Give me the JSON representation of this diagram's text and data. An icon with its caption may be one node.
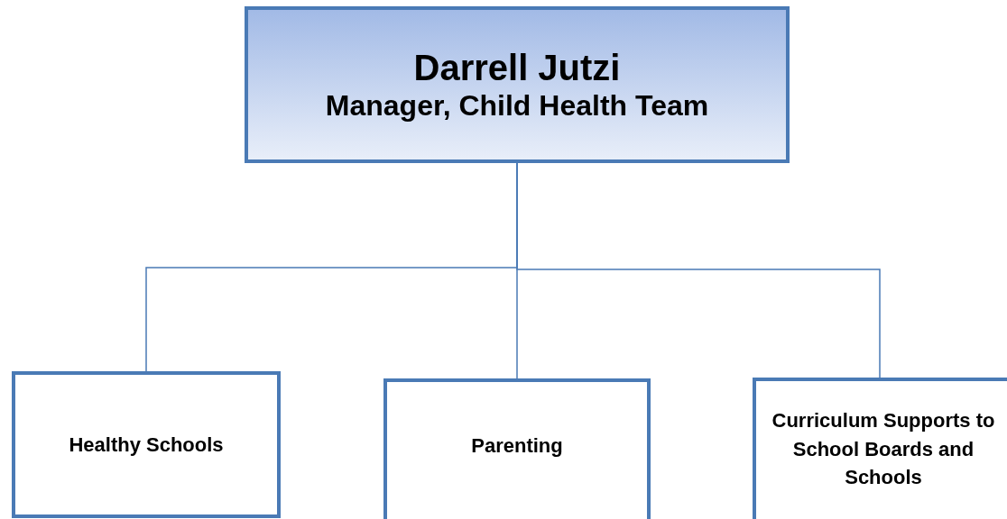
{
  "diagram": {
    "nodes": [
      {
        "text": [
          "Darrell Jutzi",
          "Manager, Child Health Team"
        ]
      },
      {
        "text": [
          "Healthy Schools"
        ]
      },
      {
        "text": [
          "Parenting"
        ]
      },
      {
        "text": [
          "Curriculum Supports to School Boards and Schools"
        ]
      }
    ],
    "edges": [
      {
        "from": 0,
        "to": 1,
        "arrow": "none"
      },
      {
        "from": 0,
        "to": 2,
        "arrow": "none"
      },
      {
        "from": 0,
        "to": 3,
        "arrow": "none"
      }
    ]
  }
}
